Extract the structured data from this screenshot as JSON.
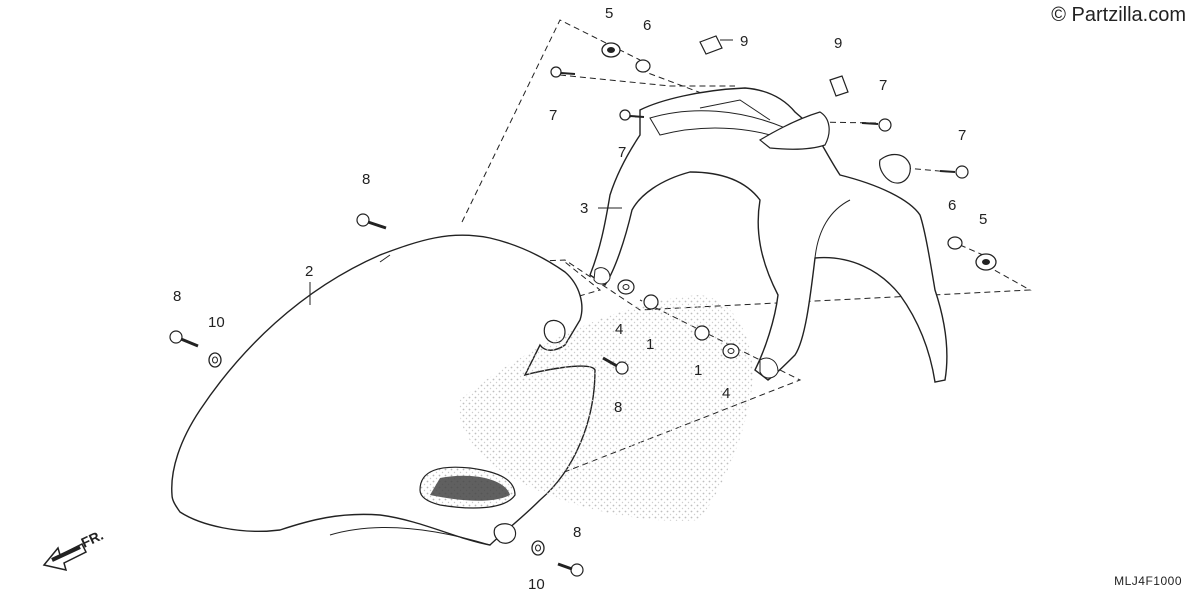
{
  "watermark": "© Partzilla.com",
  "diagram_code": "MLJ4F1000",
  "direction_label": "FR.",
  "callouts": {
    "c1a": "1",
    "c1b": "1",
    "c2": "2",
    "c3": "3",
    "c4a": "4",
    "c4b": "4",
    "c5a": "5",
    "c5b": "5",
    "c6a": "6",
    "c6b": "6",
    "c7a": "7",
    "c7b": "7",
    "c7c": "7",
    "c7d": "7",
    "c8a": "8",
    "c8b": "8",
    "c8c": "8",
    "c8d": "8",
    "c9a": "9",
    "c9b": "9",
    "c10a": "10",
    "c10b": "10"
  },
  "colors": {
    "line": "#222222",
    "fill": "#ffffff",
    "stipple": "#bdbdbd"
  }
}
